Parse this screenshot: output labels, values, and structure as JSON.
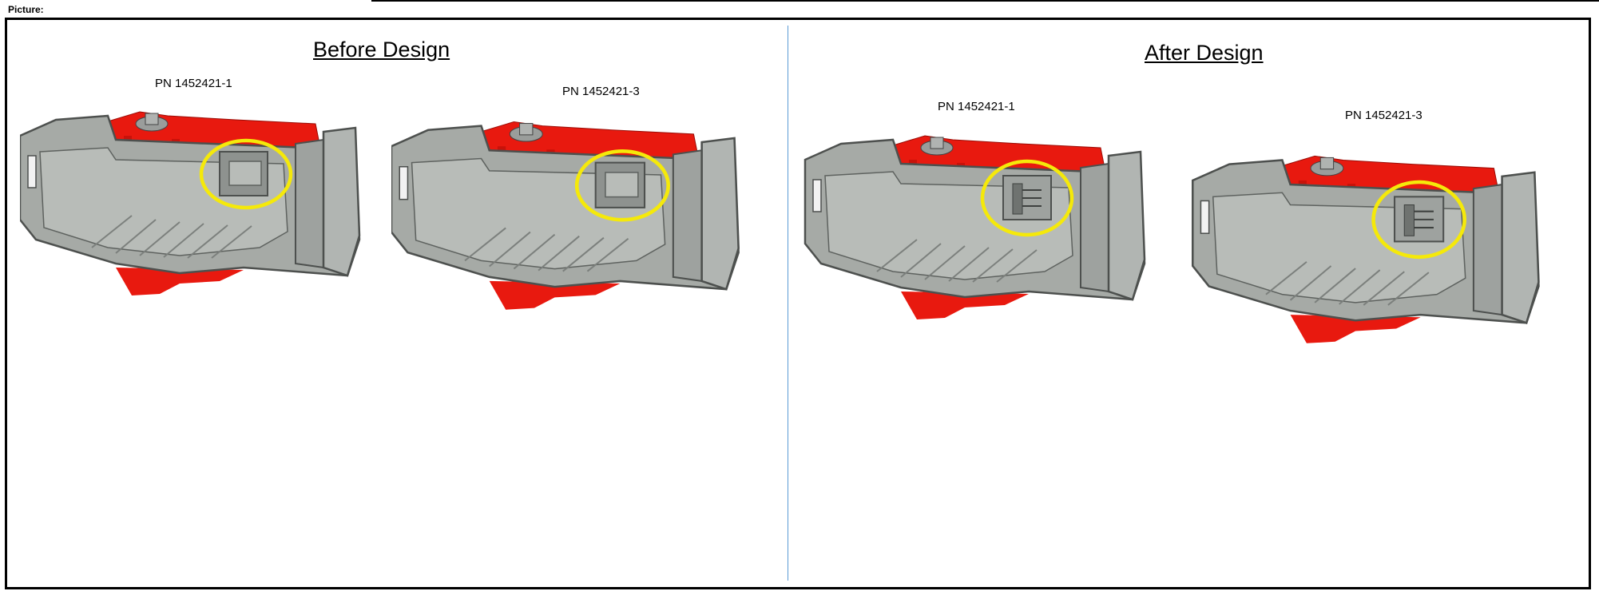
{
  "picture_label": "Picture:",
  "before": {
    "title": "Before Design",
    "parts": [
      {
        "pn": "PN 1452421-1",
        "variant": "window-open"
      },
      {
        "pn": "PN 1452421-3",
        "variant": "window-open"
      }
    ]
  },
  "after": {
    "title": "After Design",
    "parts": [
      {
        "pn": "PN 1452421-1",
        "variant": "window-ribbed"
      },
      {
        "pn": "PN 1452421-3",
        "variant": "window-ribbed"
      }
    ]
  },
  "colors": {
    "housing": "#a6aaa6",
    "housing_dark": "#5e625f",
    "lever": "#e8190f",
    "highlight": "#f5e90a",
    "divider": "#5b9bd5"
  }
}
